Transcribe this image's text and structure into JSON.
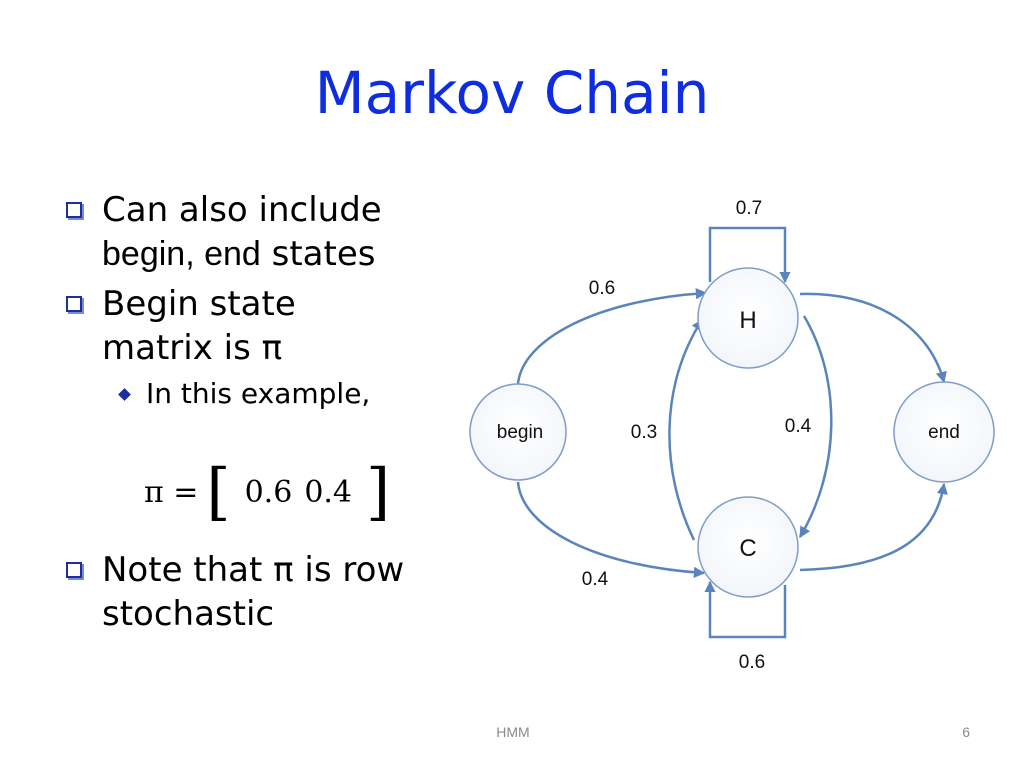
{
  "slide": {
    "title": "Markov Chain",
    "footer_center": "HMM",
    "page_number": "6"
  },
  "bullets": {
    "b1_line1": "Can also include",
    "b1_line2_a": "begin, end",
    "b1_line2_b": " states",
    "b2_line1": "Begin  state",
    "b2_line2": "matrix is π",
    "sub1": "In this example,",
    "b3_line1": "Note that π is row",
    "b3_line2": "stochastic"
  },
  "formula": {
    "lhs": "π =",
    "left_bracket": "[",
    "v1": "0.6",
    "v2": "0.4",
    "right_bracket": "]"
  },
  "diagram": {
    "states": {
      "begin": "begin",
      "h": "H",
      "c": "C",
      "end": "end"
    },
    "edges": {
      "h_self": "0.7",
      "c_self": "0.6",
      "begin_h": "0.6",
      "begin_c": "0.4",
      "c_h": "0.3",
      "h_c": "0.4"
    },
    "colors": {
      "node_stroke": "#7f9cc9",
      "edge": "#5a84bd"
    }
  }
}
